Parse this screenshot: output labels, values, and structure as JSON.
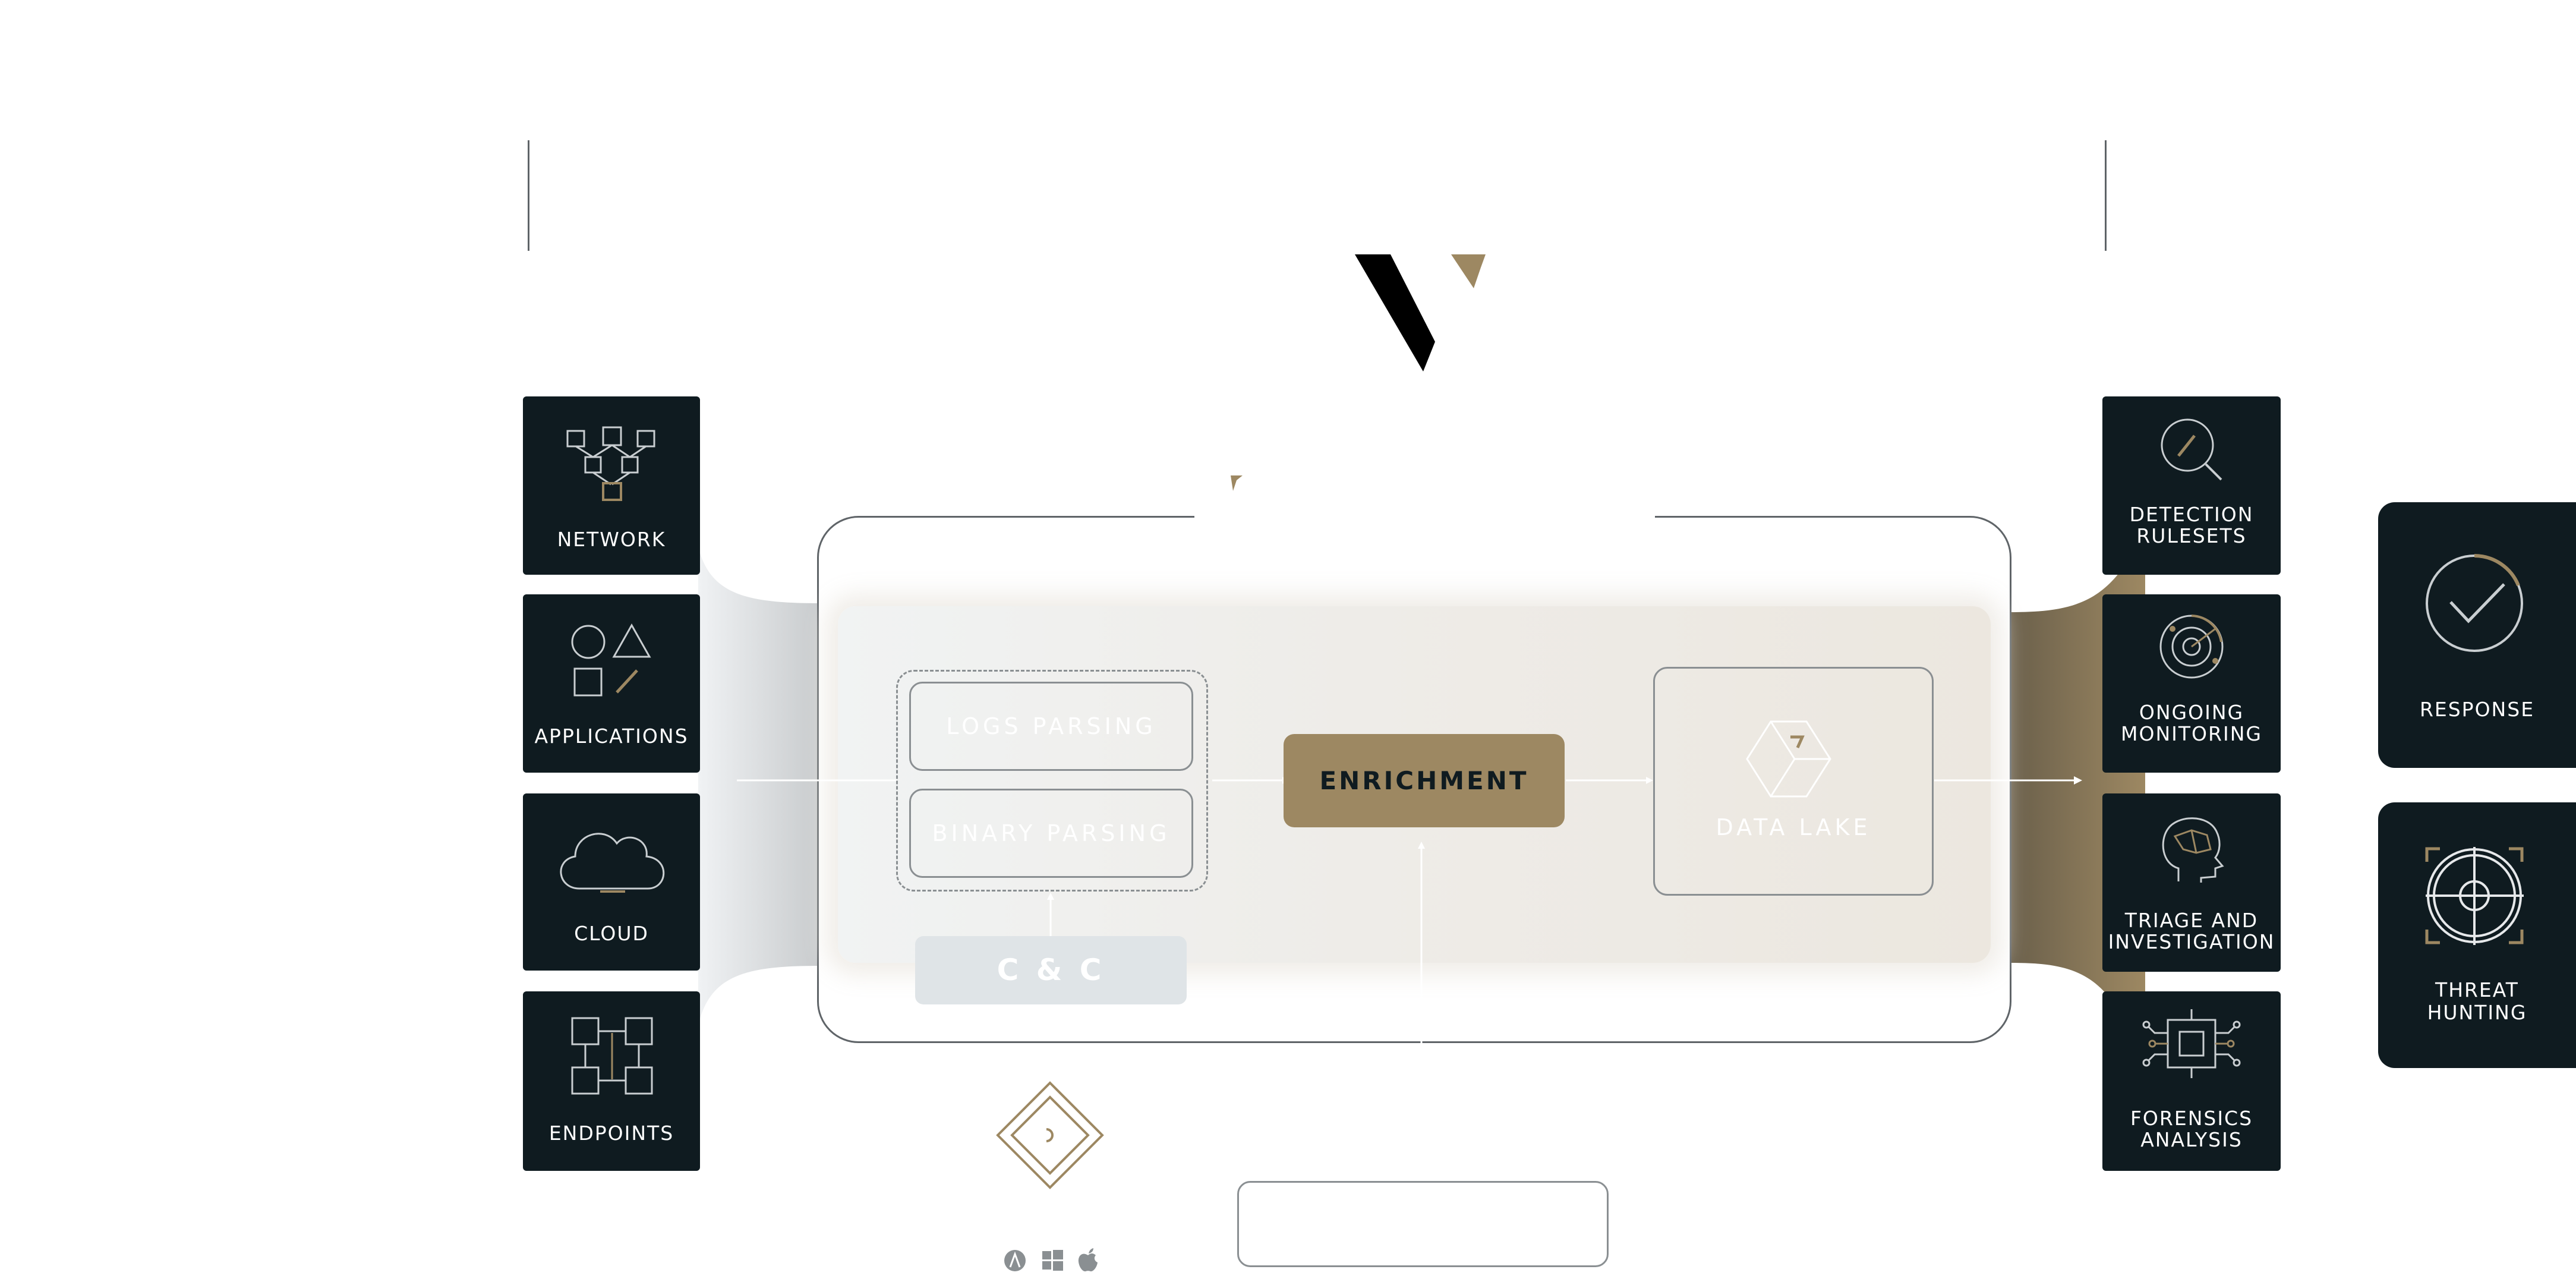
{
  "colors": {
    "tile_bg": "#0f1b20",
    "gold": "#9d8862",
    "line": "#5f6468",
    "panel_bg": "#eeebe6",
    "cc_bg": "#dfe4e7"
  },
  "inputs": {
    "network": {
      "label": "NETWORK",
      "icon": "network-icon"
    },
    "applications": {
      "label": "APPLICATIONS",
      "icon": "shapes-icon"
    },
    "cloud": {
      "label": "CLOUD",
      "icon": "cloud-icon"
    },
    "endpoints": {
      "label": "ENDPOINTS",
      "icon": "endpoints-grid-icon"
    }
  },
  "pipeline": {
    "logs_parsing": "LOGS PARSING",
    "binary_parsing": "BINARY PARSING",
    "enrichment": "ENRICHMENT",
    "data_lake": "DATA LAKE",
    "cc": "C & C"
  },
  "outputs": {
    "detection": {
      "line1": "DETECTION",
      "line2": "RULESETS",
      "icon": "magnifier-icon"
    },
    "monitoring": {
      "line1": "ONGOING",
      "line2": "MONITORING",
      "icon": "radar-icon"
    },
    "triage": {
      "line1": "TRIAGE AND",
      "line2": "INVESTIGATION",
      "icon": "head-icon"
    },
    "forensics": {
      "line1": "FORENSICS",
      "line2": "ANALYSIS",
      "icon": "chip-icon"
    }
  },
  "actions": {
    "response": {
      "label": "RESPONSE",
      "icon": "check-circle-icon"
    },
    "threat_hunting": {
      "line1": "THREAT",
      "line2": "HUNTING",
      "icon": "crosshair-icon"
    }
  },
  "os_icons": [
    "linux-icon",
    "windows-icon",
    "apple-icon"
  ]
}
